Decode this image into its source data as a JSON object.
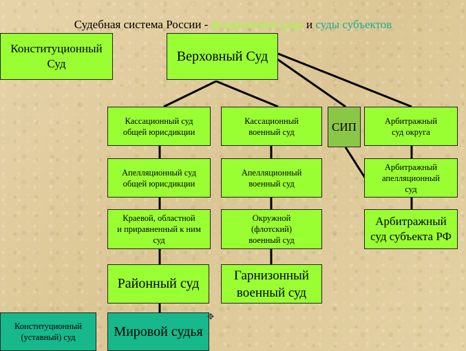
{
  "title": {
    "prefix": "Судебная система России - ",
    "federal": "федеральные суды",
    "conj": " и ",
    "subjects": "суды субъектов"
  },
  "colors": {
    "federal_green": "#99ff33",
    "federal_text": "#9bff3c",
    "subject_teal": "#16b88c",
    "sip_olive": "#8ac746",
    "background": "#e2cfa1"
  },
  "boxes": {
    "constitutional_court": "Конституционный\nСуд",
    "supreme_court": "Верховный Суд",
    "cassation_general": "Кассационный суд\nобщей юрисдикции",
    "cassation_military": "Кассационный\nвоенный суд",
    "sip": "СИП",
    "arbitration_district": "Арбитражный\nсуд округа",
    "appeal_general": "Апелляционный суд\nобщей юрисдикции",
    "appeal_military": "Апелляционный\nвоенный суд",
    "arbitration_appeal": "Арбитражный\nапелляционный\nсуд",
    "regional_court": "Краевой, областной\nи приравненный к ним\nсуд",
    "district_military": "Окружной\n(флотский)\nвоенный суд",
    "arbitration_subject": "Арбитражный\nсуд субъекта РФ",
    "district_court": "Районный суд",
    "garrison_military": "Гарнизонный\nвоенный суд",
    "constitutional_subject": "Конституционный\n(уставный) суд",
    "magistrate": "Мировой судья"
  },
  "cursor_icon": "move-cursor-icon"
}
